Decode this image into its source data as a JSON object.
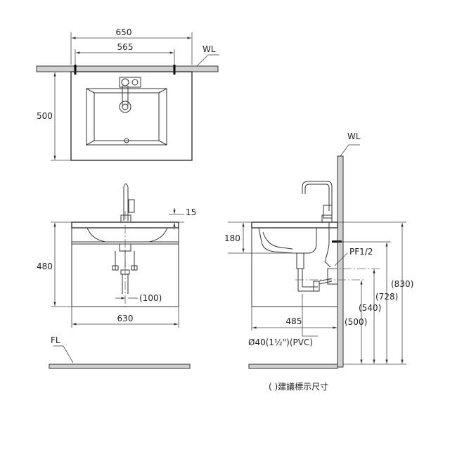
{
  "top_view": {
    "dim_outer": "650",
    "dim_inner": "565",
    "dim_depth": "500",
    "wall_label": "WL"
  },
  "front_view": {
    "dim_top": "15",
    "dim_height": "480",
    "dim_drain_offset": "(100)",
    "dim_width": "630",
    "floor_label": "FL"
  },
  "side_view": {
    "wall_label": "WL",
    "dim_bowl": "180",
    "dim_depth": "485",
    "supply_label": "PF1/2",
    "drain_label": "Ø40(1½\")(PVC)",
    "h_830": "(830)",
    "h_728": "(728)",
    "h_540": "(540)",
    "h_500": "(500)"
  },
  "note": "( )建議標示尺寸"
}
